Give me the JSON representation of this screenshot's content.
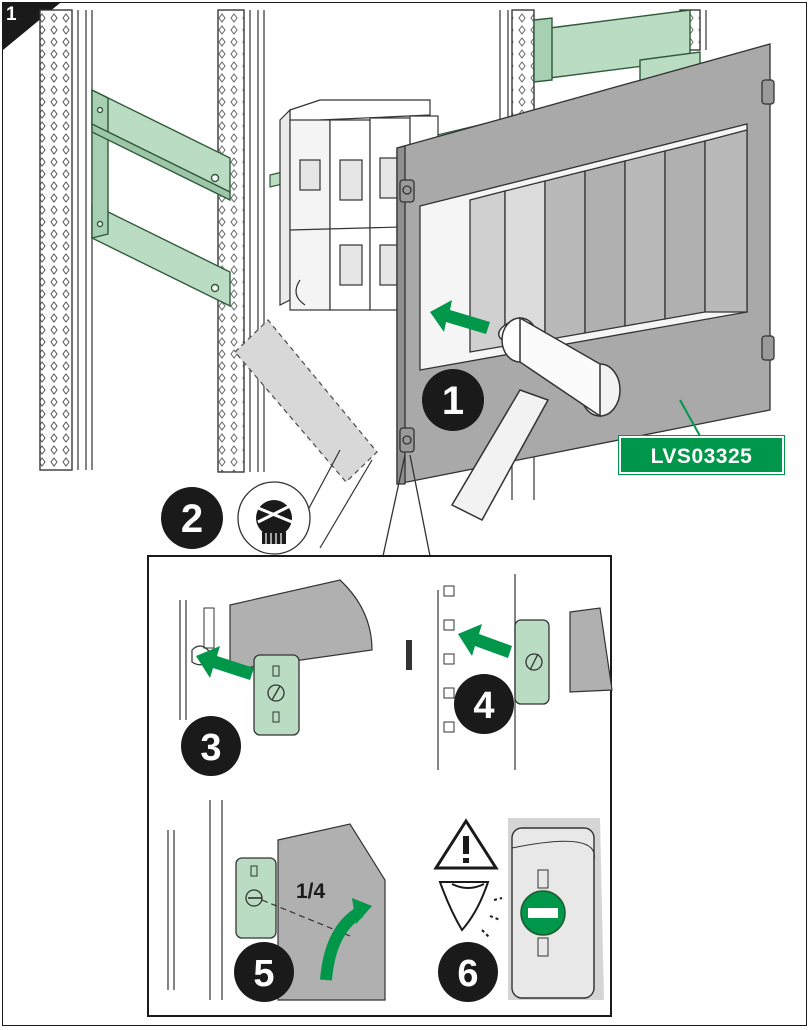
{
  "corner_badge": "1",
  "part_reference": "LVS03325",
  "steps": [
    {
      "number": "1",
      "meaning": "place front plate"
    },
    {
      "number": "2",
      "meaning": "remove protective film"
    },
    {
      "number": "3",
      "meaning": "insert clip upper"
    },
    {
      "number": "4",
      "meaning": "insert clip lower"
    },
    {
      "number": "5",
      "meaning": "turn quarter"
    },
    {
      "number": "6",
      "meaning": "check locked"
    }
  ],
  "rotation_label": "1/4",
  "colors": {
    "accent_green": "#00974a",
    "mint_bracket": "#b9dcc2",
    "panel_gray": "#a6a6a6",
    "badge_black": "#1a1a1a"
  },
  "icons": [
    "warning-triangle-icon",
    "eye-icon",
    "no-tool-icon",
    "hammer-icon",
    "push-arrow-icon"
  ]
}
